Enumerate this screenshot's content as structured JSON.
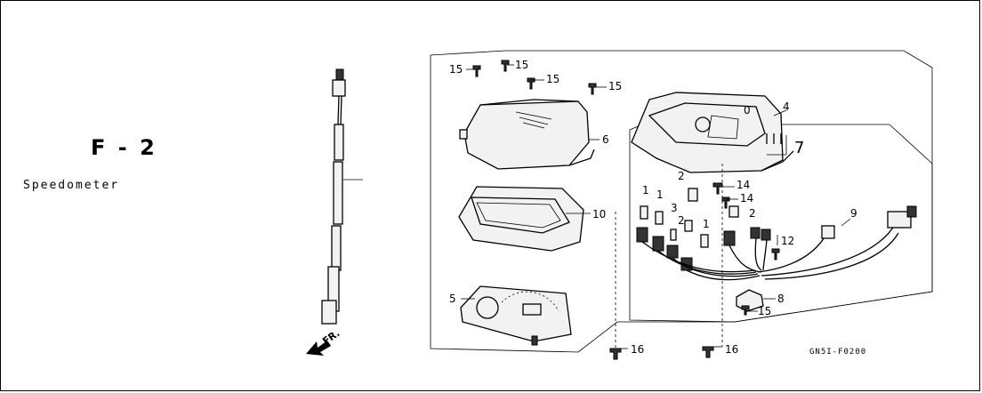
{
  "header": {
    "code": "F - 2",
    "subtitle": "Speedometer"
  },
  "diagram": {
    "direction_marker": "FR.",
    "code_id": "GN5I-F0200",
    "callouts": [
      "15",
      "15",
      "15",
      "15",
      "6",
      "10",
      "5",
      "4",
      "7",
      "0",
      "2",
      "14",
      "14",
      "1",
      "1",
      "3",
      "2",
      "1",
      "2",
      "12",
      "9",
      "8",
      "15",
      "16",
      "16"
    ]
  }
}
